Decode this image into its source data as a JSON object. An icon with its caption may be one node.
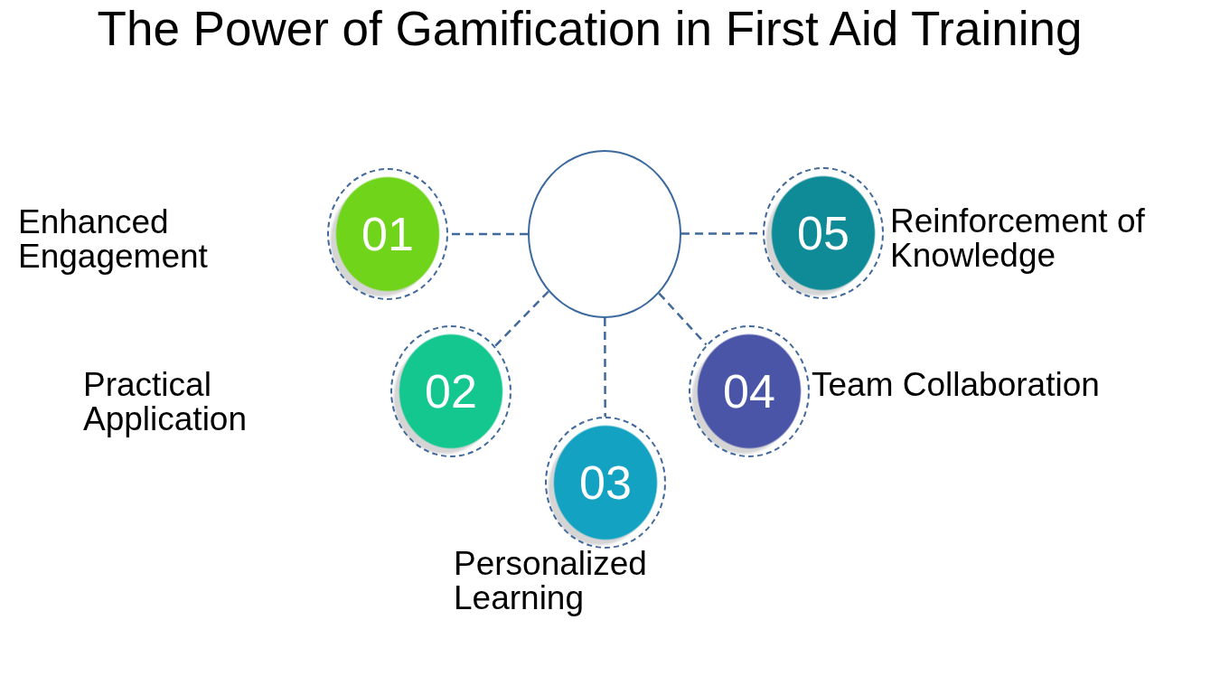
{
  "diagram": {
    "title": "The Power of Gamification in First Aid Training",
    "nodes": [
      {
        "text": [],
        "shape": "circle"
      },
      {
        "text": [
          "01"
        ],
        "beside": [
          "Enhanced Engagement"
        ]
      },
      {
        "text": [
          "02"
        ]
      },
      {
        "text": [
          "03"
        ],
        "beside": [
          "Personalized Learning"
        ]
      },
      {
        "text": [
          "04"
        ],
        "beside": [
          "Team Collaboration"
        ]
      },
      {
        "text": [
          "05"
        ],
        "beside": [
          "Reinforcement of Knowledge"
        ]
      }
    ],
    "edges": [
      {
        "from": 0,
        "to": 1,
        "arrow": "none",
        "style": "dashed"
      },
      {
        "from": 0,
        "to": 2,
        "arrow": "none",
        "style": "dashed"
      },
      {
        "from": 0,
        "to": 3,
        "arrow": "none",
        "style": "dashed"
      },
      {
        "from": 0,
        "to": 4,
        "arrow": "none",
        "style": "dashed"
      },
      {
        "from": 0,
        "to": 5,
        "arrow": "none",
        "style": "dashed"
      }
    ],
    "labels": [
      "Practical Application"
    ]
  }
}
